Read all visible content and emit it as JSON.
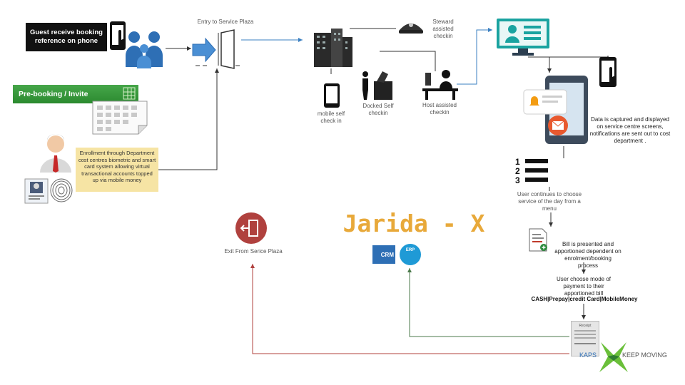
{
  "guest_box": {
    "text": "Guest receive booking reference on phone"
  },
  "prebooking": {
    "text": "Pre-booking / Invite"
  },
  "enrollment": {
    "text": "Enrollment through Department cost centres biometric and smart card system allowing virtual transactional accounts topped up via mobile money"
  },
  "entry": {
    "text": "Entry to Service Plaza"
  },
  "steward": {
    "text": "Steward assisted checkin"
  },
  "mobile_self": {
    "text": "mobile self check in"
  },
  "docked_self": {
    "text": "Docked Self checkin"
  },
  "host_assisted": {
    "text": "Host assisted checkin"
  },
  "data_captured": {
    "text": "Data is captured and displayed on service centre screens, notifications are sent out to cost department ."
  },
  "list_numbers": [
    "1",
    "2",
    "3"
  ],
  "user_continues": {
    "text": "User continues to choose service of the day from a menu"
  },
  "bill": {
    "text": "Bill is presented and apportioned dependent on enrolment/booking process"
  },
  "payment": {
    "text": "User choose mode of payment to their apportioned bill",
    "modes": "CASH|Prepay|credit Card|MobileMoney"
  },
  "exit": {
    "text": "Exit  From Serice Plaza"
  },
  "watermark": {
    "text": "Jarida - X"
  },
  "crm": {
    "text": "CRM"
  },
  "erp": {
    "text": "ERP"
  },
  "receipt": {
    "title": "Receipt"
  },
  "logo": {
    "left": "KAPS",
    "right": "KEEP MOVING"
  },
  "colors": {
    "connector_dark": "#333333",
    "connector_blue": "#3a7fc1",
    "connector_green": "#4b7a4b",
    "connector_red": "#b0413e",
    "prebook_green": "#2b8a2f",
    "enroll_yellow": "#f6e4a4",
    "watermark": "#e8a93a",
    "icon_blue": "#2e6fb5",
    "monitor_teal": "#1aa3a0",
    "logo_green": "#6abf3a"
  }
}
